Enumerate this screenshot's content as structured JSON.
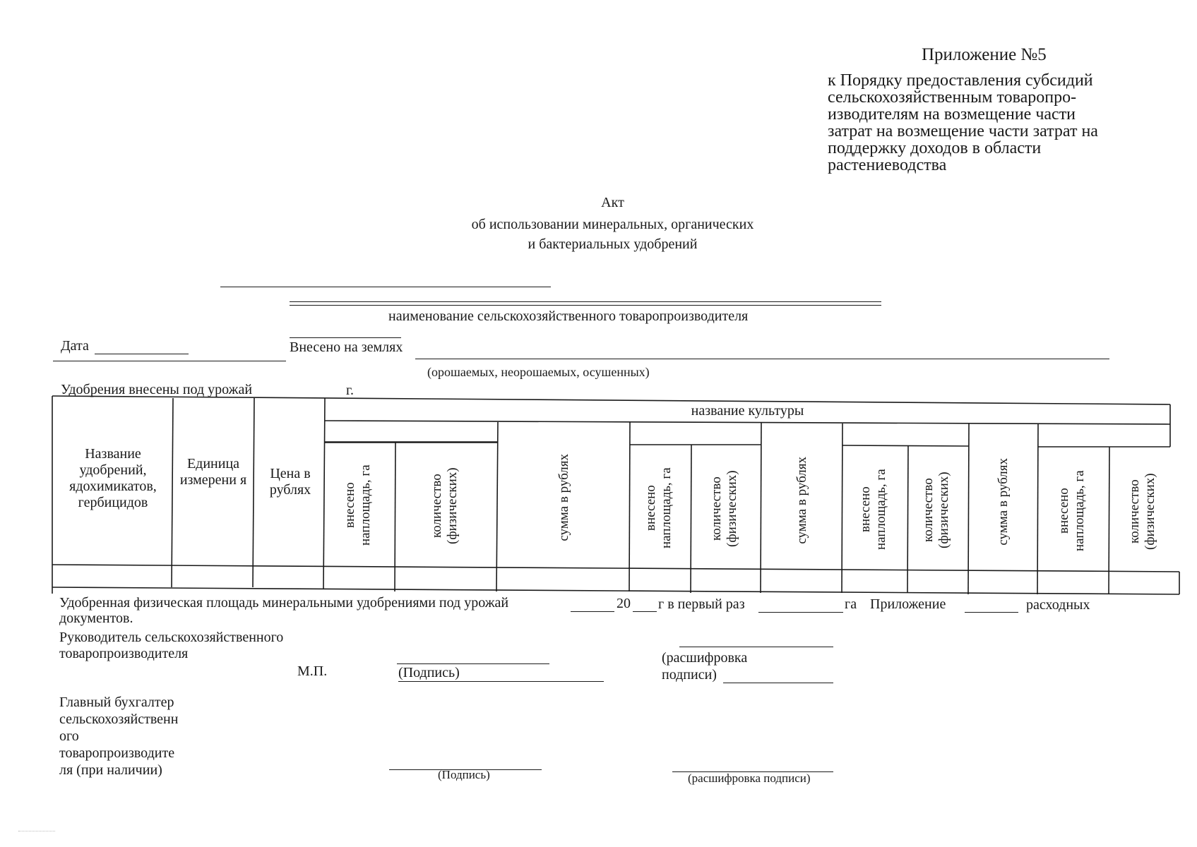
{
  "appendix": {
    "title": "Приложение №5",
    "body_lines": [
      "к Порядку предоставления субсидий",
      "сельскохозяйственным товаропро-",
      "изводителям на возмещение части",
      "затрат на возмещение части затрат на",
      "поддержку доходов в области",
      "растениеводства"
    ]
  },
  "act": {
    "title": "Акт",
    "subtitle_line1": "об использовании минеральных, органических",
    "subtitle_line2": "и бактериальных удобрений"
  },
  "producer_caption": "наименование сельскохозяйственного товаропроизводителя",
  "date_label": "Дата",
  "lands_label": "Внесено на землях",
  "lands_caption": "(орошаемых, неорошаемых, осушенных)",
  "harvest_label": "Удобрения внесены под урожай",
  "harvest_year_suffix": "г.",
  "table": {
    "col_name": "Название удобрений, ядохимикатов, гербицидов",
    "col_unit": "Единица измерени я",
    "col_price": "Цена в рублях",
    "crop_header": "название культуры",
    "sub_area": "внесено наплощадь, га",
    "sub_qty": "количество (физических)",
    "sub_sum": "сумма в рублях"
  },
  "footer": {
    "fertilized_text": "Удобренная физическая площадь минеральными удобрениями под урожай",
    "year_prefix": "20",
    "first_time": "г в первый раз",
    "ha": "га",
    "appendix_label": "Приложение",
    "expense_docs_1": "расходных",
    "expense_docs_2": "документов."
  },
  "signatures": {
    "head_line1": "Руководитель сельскохозяйственного",
    "head_line2": "товаропроизводителя",
    "stamp": "М.П.",
    "signature": "(Подпись)",
    "decode_line1": "(расшифровка",
    "decode_line2": "подписи)",
    "chief_accountant_lines": [
      "Главный бухгалтер",
      "сельскохозяйственн",
      "ого",
      "товаропроизводите",
      "ля (при наличии)"
    ],
    "signature2": "(Подпись)",
    "decode_full": "(расшифровка подписи)"
  }
}
